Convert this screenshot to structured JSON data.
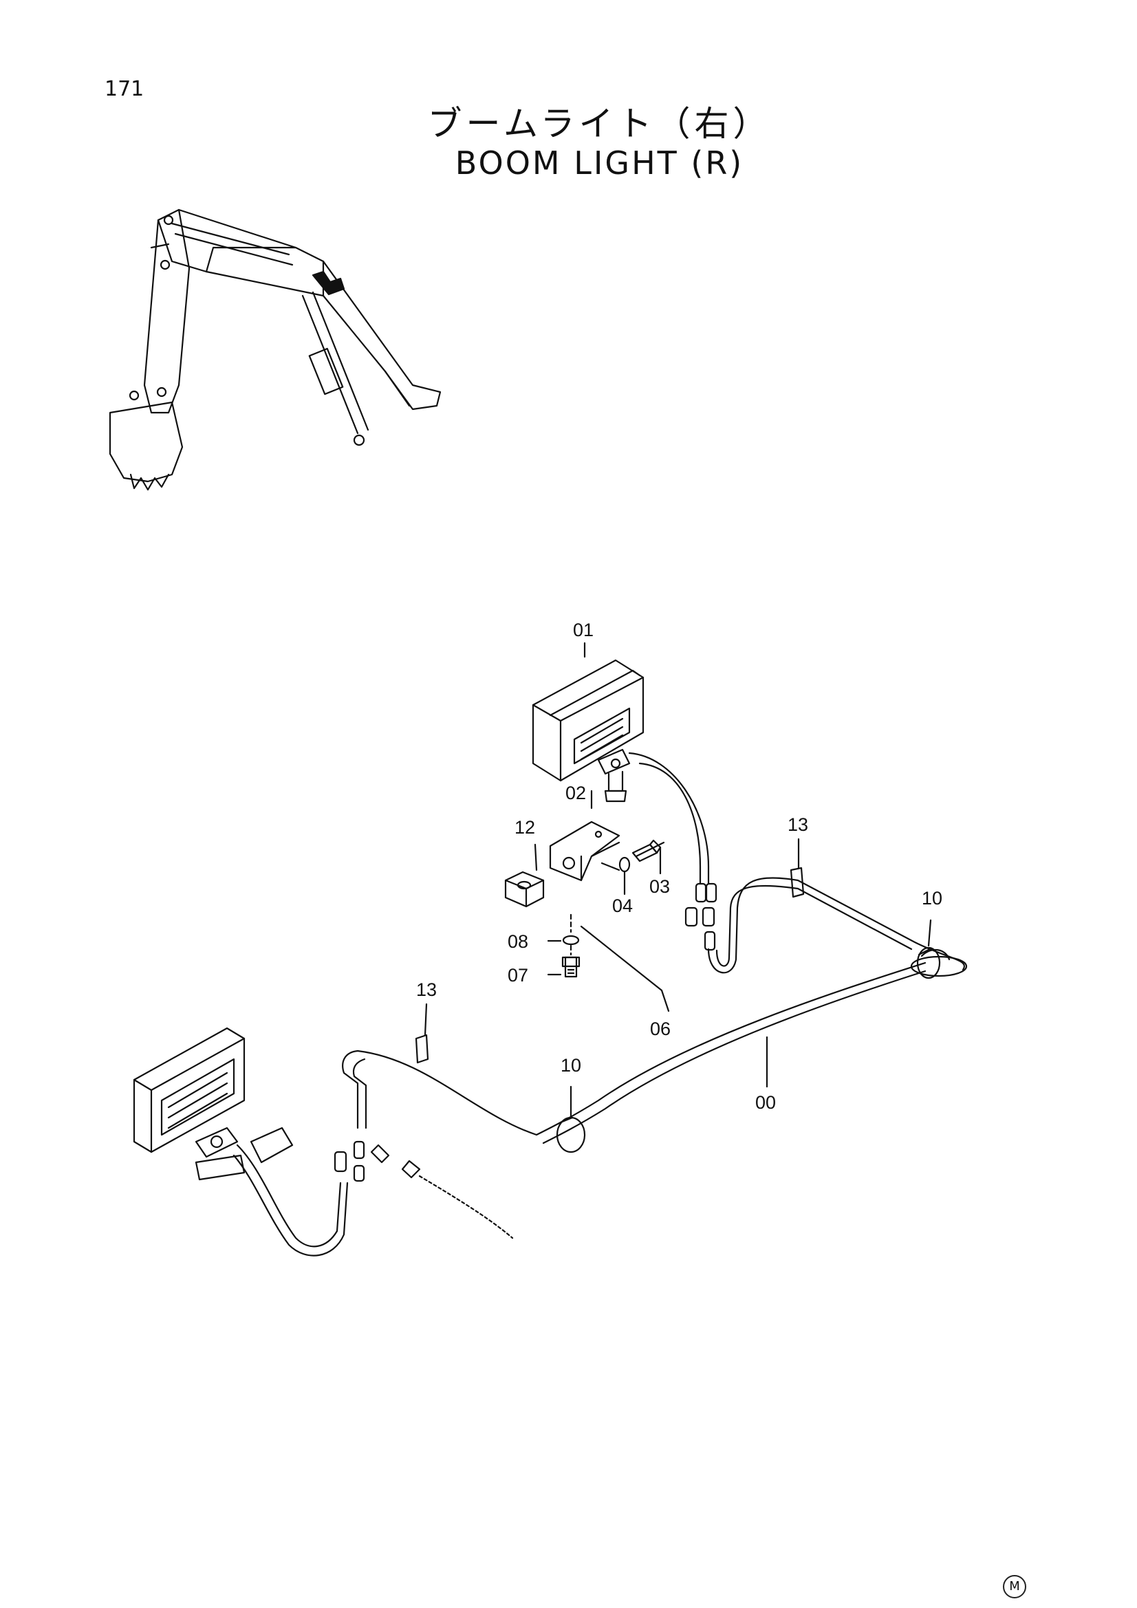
{
  "page_number": "171",
  "title": {
    "japanese": "ブームライト（右）",
    "english": "BOOM LIGHT (R)"
  },
  "callouts": [
    "01",
    "02",
    "12",
    "03",
    "04",
    "08",
    "07",
    "06",
    "13",
    "10",
    "00",
    "13",
    "10"
  ],
  "footer_mark": "M"
}
